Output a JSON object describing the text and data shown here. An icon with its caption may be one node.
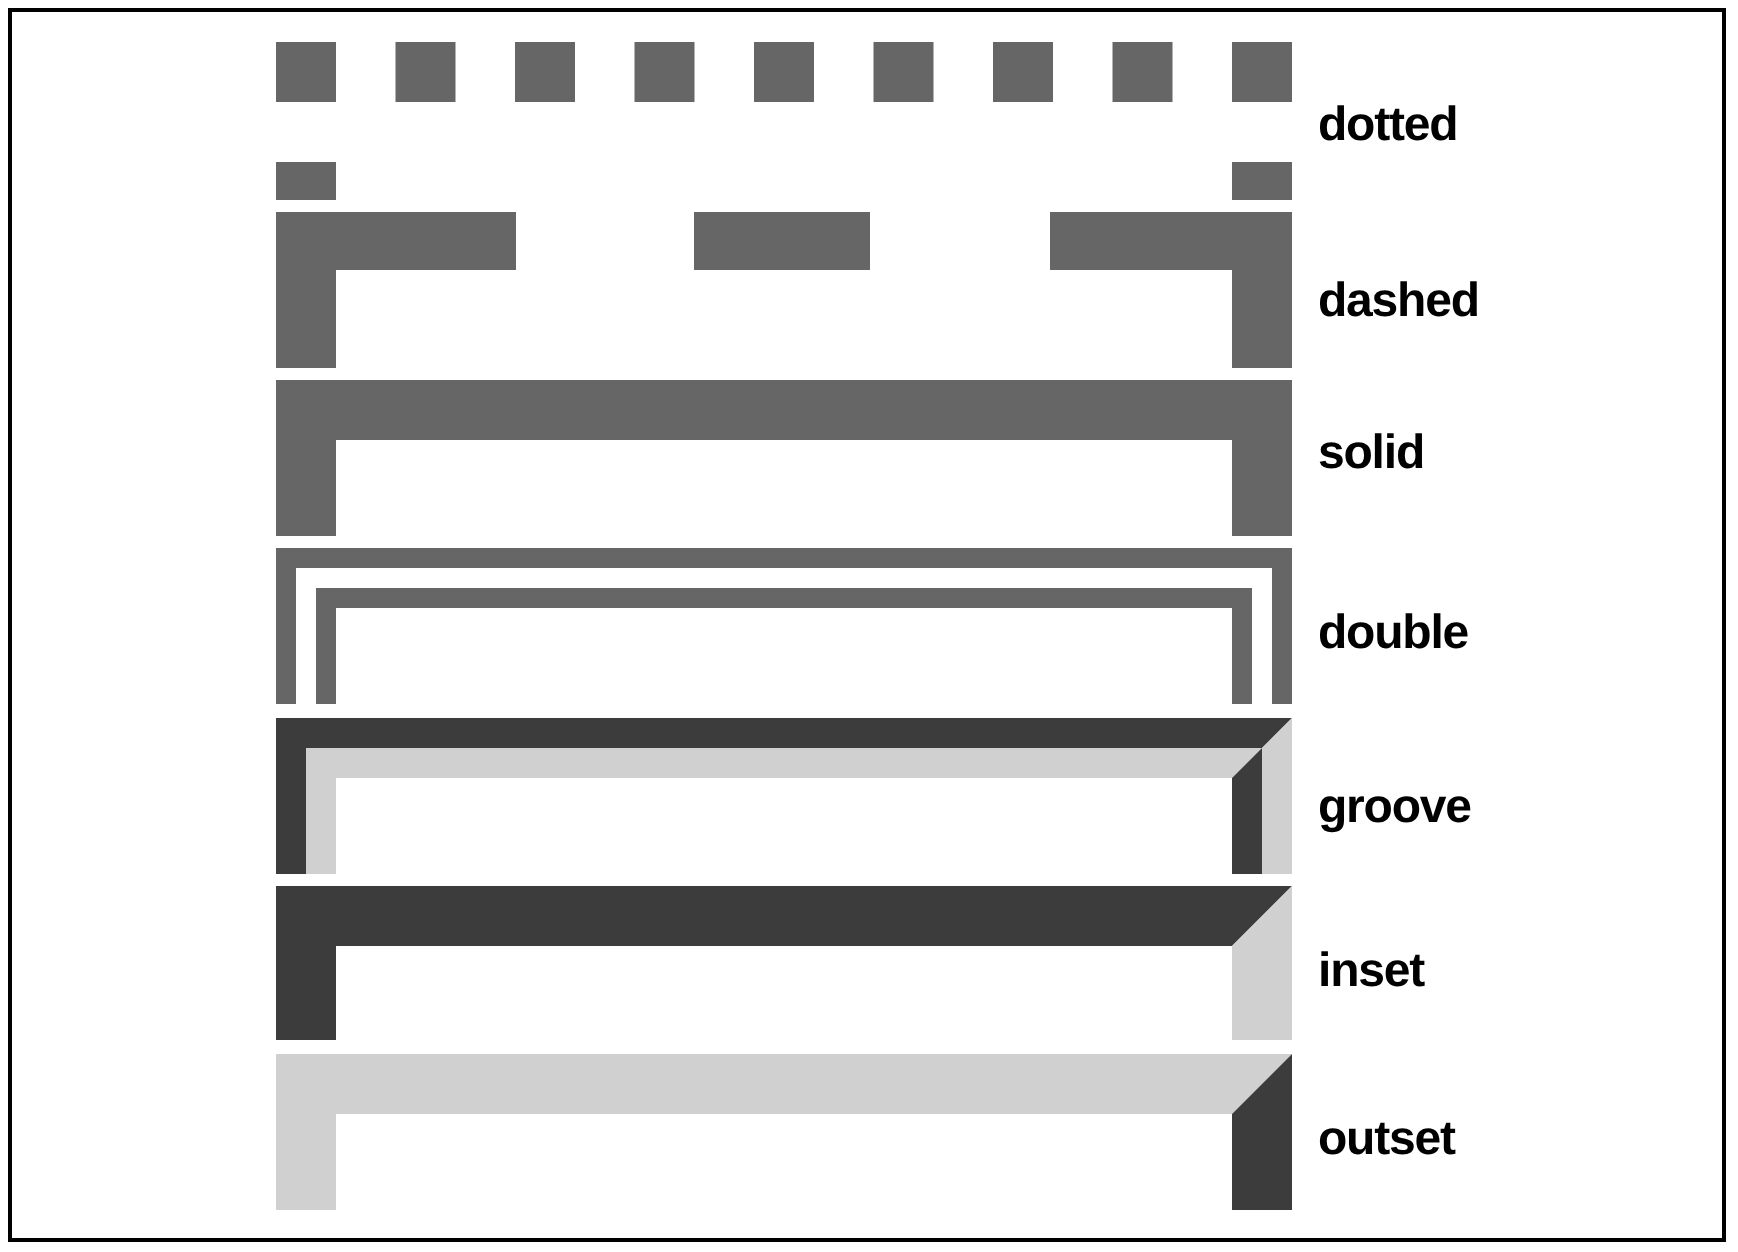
{
  "diagram": {
    "labels": [
      "dotted",
      "dashed",
      "solid",
      "double",
      "groove",
      "inset",
      "outset"
    ]
  }
}
